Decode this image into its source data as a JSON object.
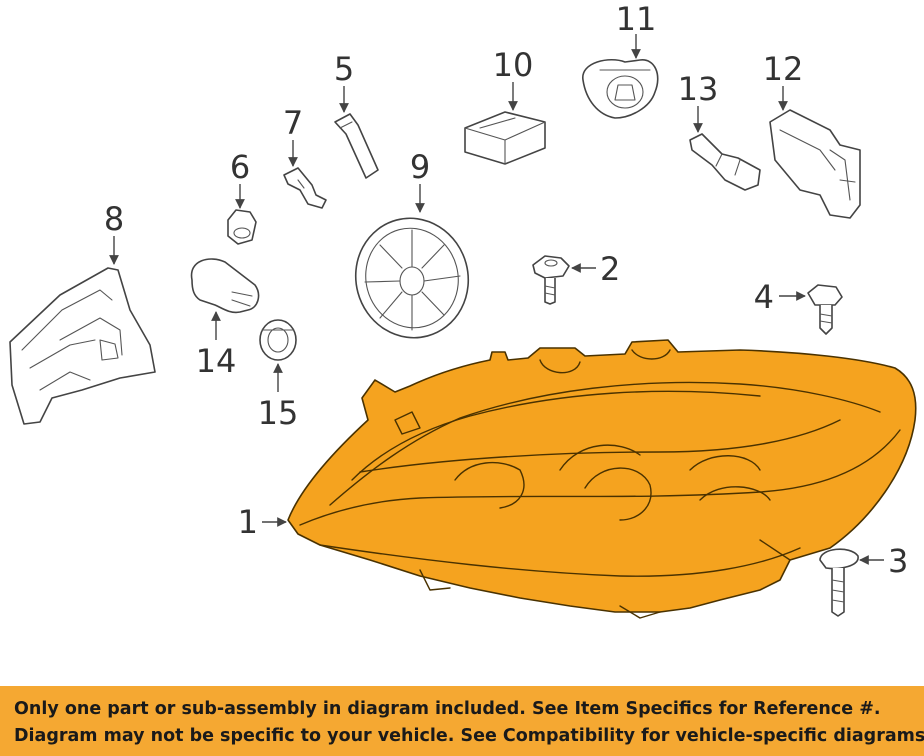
{
  "diagram": {
    "callouts": [
      "1",
      "2",
      "3",
      "4",
      "5",
      "6",
      "7",
      "8",
      "9",
      "10",
      "11",
      "12",
      "13",
      "14",
      "15"
    ],
    "highlight_color": "#f5a31f"
  },
  "notice": {
    "line1": "Only one part or sub-assembly in diagram included. See Item Specifics for Reference #.",
    "line2": "Diagram may not be specific to your vehicle. See Compatibility for vehicle-specific diagrams.",
    "background_color": "#f5a832"
  }
}
